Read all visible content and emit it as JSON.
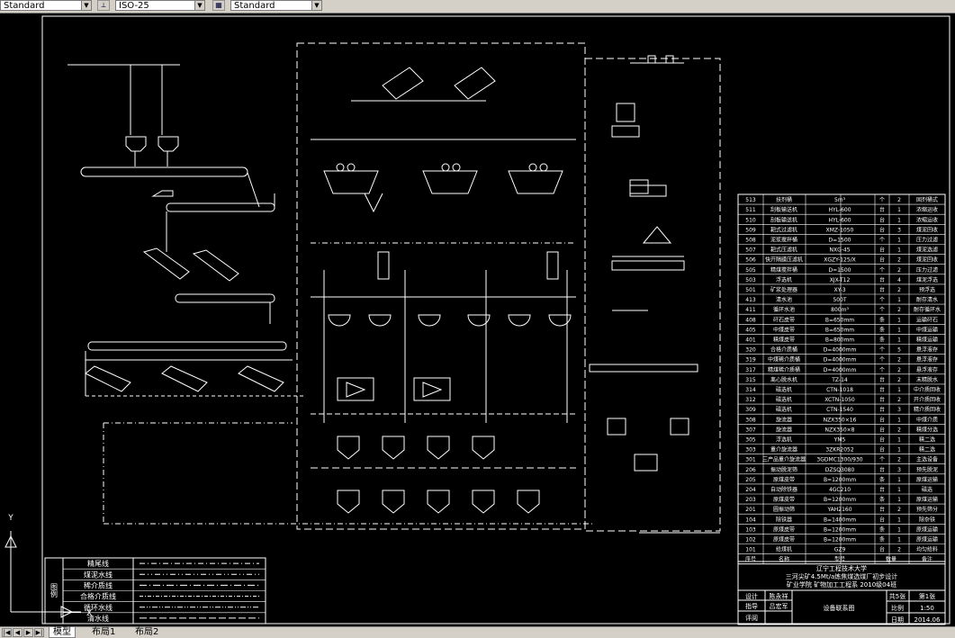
{
  "toolbar": {
    "text_style": "Standard",
    "dim_style": "ISO-25",
    "table_style": "Standard"
  },
  "tabs": [
    "模型",
    "布局1",
    "布局2"
  ],
  "legend": {
    "title": "图例",
    "items": [
      "精尾线",
      "煤泥水线",
      "稀介质线",
      "合格介质线",
      "循环水线",
      "清水线"
    ]
  },
  "parts_list": {
    "rows": [
      [
        "513",
        "扶剂桶",
        "5m³",
        "个",
        "2",
        "固剂桶式"
      ],
      [
        "511",
        "刮板输送机",
        "HYL-600",
        "台",
        "1",
        "浓缩运收"
      ],
      [
        "510",
        "刮板输送机",
        "HYL-600",
        "台",
        "1",
        "浓缩运收"
      ],
      [
        "509",
        "耙式过滤机",
        "XMZ-1050",
        "台",
        "3",
        "煤泥回收"
      ],
      [
        "508",
        "泥浆搅拌桶",
        "D=1500",
        "个",
        "1",
        "压力过滤"
      ],
      [
        "507",
        "耙式压滤机",
        "NXG-45",
        "台",
        "1",
        "煤泥选滤"
      ],
      [
        "506",
        "快开隔膜压滤机",
        "XGZY-125/X",
        "台",
        "2",
        "煤泥回收"
      ],
      [
        "505",
        "精煤搅拌桶",
        "D=1500",
        "个",
        "2",
        "压力过滤"
      ],
      [
        "503",
        "浮选机",
        "XJX-T12",
        "台",
        "4",
        "煤泥浮选"
      ],
      [
        "501",
        "矿浆处理器",
        "XY-3",
        "台",
        "2",
        "预浮选"
      ],
      [
        "413",
        "清水池",
        "500T",
        "个",
        "1",
        "耐存清水"
      ],
      [
        "411",
        "循环水池",
        "800m³",
        "个",
        "2",
        "耐存循环水"
      ],
      [
        "408",
        "矸石皮带",
        "B=650mm",
        "条",
        "1",
        "运输矸石"
      ],
      [
        "405",
        "中煤皮带",
        "B=650mm",
        "条",
        "1",
        "中煤运输"
      ],
      [
        "401",
        "精煤皮带",
        "B=800mm",
        "条",
        "1",
        "精煤运输"
      ],
      [
        "320",
        "合格介质桶",
        "D=4000mm",
        "个",
        "5",
        "悬浮液存"
      ],
      [
        "319",
        "中煤稀介质桶",
        "D=4000mm",
        "个",
        "2",
        "悬浮液存"
      ],
      [
        "317",
        "精煤稀介质桶",
        "D=4000mm",
        "个",
        "2",
        "悬浮液存"
      ],
      [
        "315",
        "离心脱水机",
        "TZ-14",
        "台",
        "2",
        "末精脱水"
      ],
      [
        "314",
        "磁选机",
        "CTN-1018",
        "台",
        "1",
        "中介质回收"
      ],
      [
        "312",
        "磁选机",
        "XCTN-1050",
        "台",
        "2",
        "开介质回收"
      ],
      [
        "309",
        "磁选机",
        "CTN-1540",
        "台",
        "3",
        "精介质回收"
      ],
      [
        "308",
        "旋流器",
        "NZX350×16",
        "台",
        "1",
        "中煤介质"
      ],
      [
        "307",
        "旋流器",
        "NZX350×8",
        "台",
        "2",
        "精煤分选"
      ],
      [
        "305",
        "浮选机",
        "YM5",
        "台",
        "1",
        "精二选"
      ],
      [
        "303",
        "重介旋流器",
        "3ZKR2052",
        "台",
        "1",
        "精二选"
      ],
      [
        "301",
        "三产品重介旋流器",
        "3GDMC1300/930",
        "个",
        "2",
        "主选设备"
      ],
      [
        "206",
        "振动脱泥筛",
        "DZSQ3080",
        "台",
        "3",
        "预先脱泥"
      ],
      [
        "205",
        "原煤皮带",
        "B=1200mm",
        "条",
        "1",
        "原煤运输"
      ],
      [
        "204",
        "自动除铁器",
        "4GC210",
        "台",
        "1",
        "磁选"
      ],
      [
        "203",
        "原煤皮带",
        "B=1200mm",
        "条",
        "1",
        "原煤运输"
      ],
      [
        "201",
        "圆振动筛",
        "YAH2160",
        "台",
        "2",
        "预先筛分"
      ],
      [
        "104",
        "除铁器",
        "B=1400mm",
        "台",
        "1",
        "除杂铁"
      ],
      [
        "103",
        "原煤皮带",
        "B=1200mm",
        "条",
        "1",
        "原煤运输"
      ],
      [
        "102",
        "原煤皮带",
        "B=1200mm",
        "条",
        "1",
        "原煤运输"
      ],
      [
        "101",
        "给煤机",
        "GZ9",
        "台",
        "2",
        "均匀给料"
      ]
    ],
    "header": [
      "序号",
      "名称",
      "型号",
      "数量",
      "备注"
    ]
  },
  "title_block": {
    "school": "辽宁工程技术大学",
    "project": "三河尖矿4.5Mt/a炼焦煤选煤厂初步设计",
    "class_info": "矿业学院  矿物加工工程系 2010级04班",
    "sign_rows": [
      {
        "role": "设计",
        "name": "陈永祥"
      },
      {
        "role": "指导",
        "name": "吕宏军"
      },
      {
        "role": "评阅",
        "name": ""
      }
    ],
    "drawing_name": "设备联系图",
    "sheets": "共5张",
    "sheet_no": "第1张",
    "scale_label": "比例",
    "scale": "1:50",
    "date_label": "日期",
    "date": "2014.06"
  },
  "ucs": {
    "y": "Y",
    "x": "X"
  },
  "colors": {
    "background": "#000000",
    "lines": "#ffffff",
    "toolbar": "#d4d0c8"
  }
}
